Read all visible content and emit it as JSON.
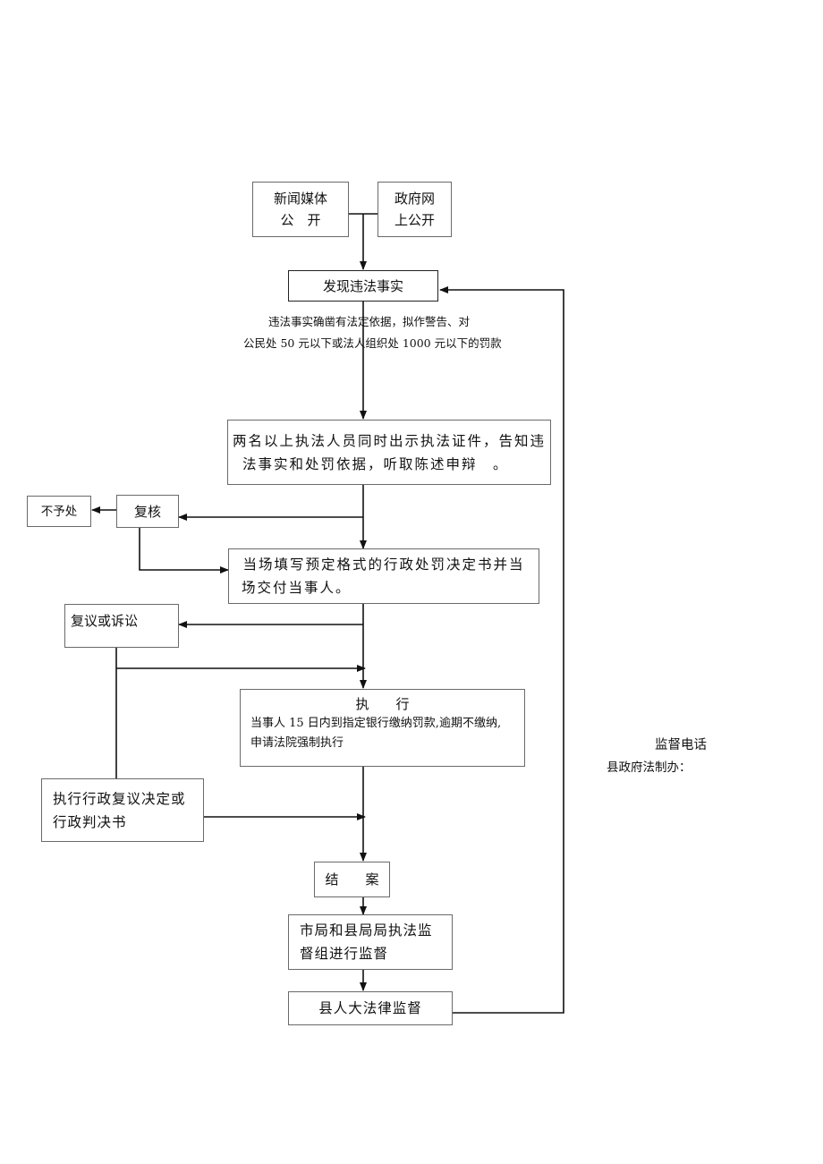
{
  "boxes": {
    "media_line1": "新闻媒体",
    "media_line2": "公　开",
    "gov_line1": "政府网",
    "gov_line2": "上公开",
    "discover": "发现违法事实",
    "two_officers_line1": "两名以上执法人员同时出示执法证件，告知违",
    "two_officers_line2": "法事实和处罚依据，听取陈述申辩　。",
    "no_penalty": "不予处",
    "review": "复核",
    "fill_decision_line1": "当场填写预定格式的行政处罚决定书并当",
    "fill_decision_line2": "场交付当事人。",
    "reconsider": "复议或诉讼",
    "execute_title": "执　　行",
    "execute_line1": "当事人 15 日内到指定银行缴纳罚款,逾期不缴纳,",
    "execute_line2": "申请法院强制执行",
    "exec_reconsider_line1": "执行行政复议决定或",
    "exec_reconsider_line2": "行政判决书",
    "close_case": "结　　案",
    "city_county_line1": "市局和县局局执法监",
    "city_county_line2": "督组进行监督",
    "npc_supervision": "县人大法律监督"
  },
  "annotation": {
    "line1": "违法事实确凿有法定依据，拟作警告、对",
    "line2": "公民处 50 元以下或法人组织处 1000 元以下的罚款"
  },
  "hotline": {
    "title": "监督电话",
    "office": "县政府法制办："
  }
}
